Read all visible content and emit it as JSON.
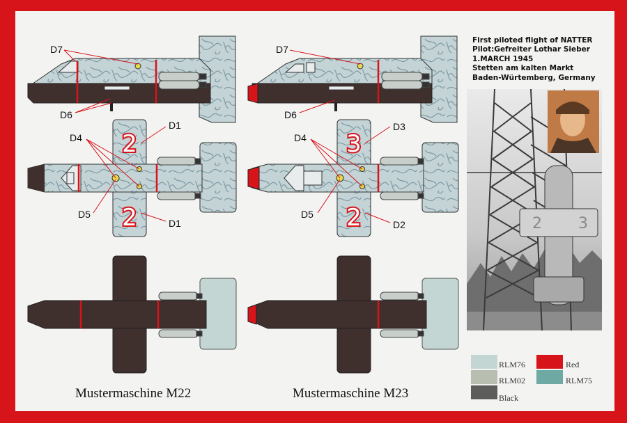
{
  "info_lines": [
    "First piloted flight of NATTER",
    "Pilot:Gefreiter Lothar Sieber",
    "1.MARCH 1945",
    "Stetten am kalten Markt",
    "Baden-Würtemberg, Germany"
  ],
  "titles": {
    "left": "Mustermaschine M22",
    "right": "Mustermaschine M23"
  },
  "photo_markings": {
    "left": "2",
    "right": "3"
  },
  "decals": {
    "left_side": {
      "top": "D7",
      "bottom": "D6"
    },
    "right_side": {
      "top": "D7",
      "bottom": "D6"
    },
    "left_top": {
      "wing_number_top": "2",
      "wing_number_bottom": "2",
      "label_top_right": "D1",
      "label_bottom_right": "D1",
      "label_left_top": "D4",
      "label_left_bottom": "D5"
    },
    "right_top": {
      "wing_number_top": "3",
      "wing_number_bottom": "2",
      "label_top_right": "D3",
      "label_bottom_right": "D2",
      "label_left_top": "D4",
      "label_left_bottom": "D5"
    }
  },
  "legend": [
    {
      "label": "RLM76",
      "color": "#c3d6d4"
    },
    {
      "label": "Red",
      "color": "#d8141b"
    },
    {
      "label": "RLM02",
      "color": "#b9bfb0"
    },
    {
      "label": "RLM75",
      "color": "#6fa9a3"
    },
    {
      "label": "Black",
      "color": "#5d5d5b"
    }
  ],
  "colors": {
    "background": "#d8141b",
    "sheet": "#f3f4f2",
    "camo": "#c3d3d6",
    "camo_lines": "#7e9aa3",
    "dark_brown": "#3f2f2d",
    "red": "#d8141b"
  }
}
